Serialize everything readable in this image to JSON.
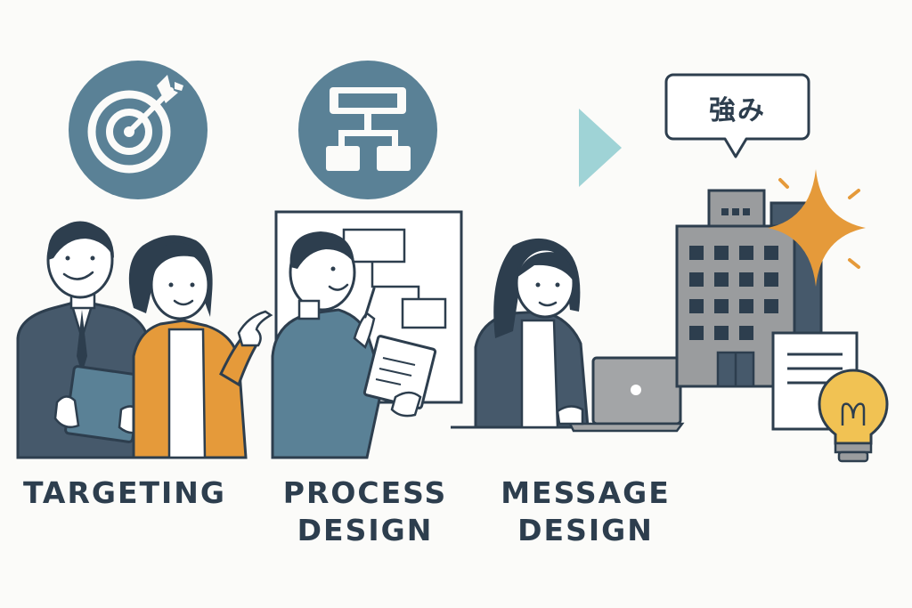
{
  "labels": {
    "targeting": "TARGETING",
    "process_line1": "PROCESS",
    "process_line2": "DESIGN",
    "message_line1": "MESSAGE",
    "message_line2": "DESIGN"
  },
  "speech_bubble": {
    "text": "強み"
  },
  "icons": [
    "target-icon",
    "flowchart-icon",
    "arrow-right-icon",
    "sparkle-icon",
    "lightbulb-icon",
    "building-icon",
    "document-icon",
    "laptop-icon"
  ],
  "colors": {
    "background": "#fbfbf9",
    "circle_teal": "#5a8196",
    "dark_navy": "#2d3e4e",
    "orange": "#e59a3a",
    "arrow_mint": "#9fd3d6",
    "building_gray": "#9a9c9e",
    "bulb_yellow": "#f1c253"
  }
}
